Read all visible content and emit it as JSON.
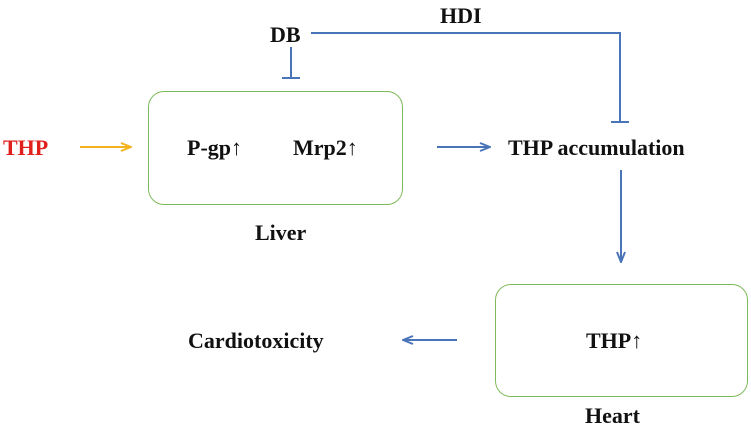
{
  "colors": {
    "thp_label": "#e0201b",
    "yellow_arrow": "#f2b31e",
    "blue_arrow": "#4a74b8",
    "box_border": "#7fba5a",
    "text": "#111111"
  },
  "nodes": {
    "db": "DB",
    "hdi": "HDI",
    "thp_input": "THP",
    "pgp": "P-gp↑",
    "mrp2": "Mrp2↑",
    "liver": "Liver",
    "accumulation": "THP accumulation",
    "heart_thp": "THP↑",
    "heart": "Heart",
    "cardiotoxicity": "Cardiotoxicity"
  }
}
